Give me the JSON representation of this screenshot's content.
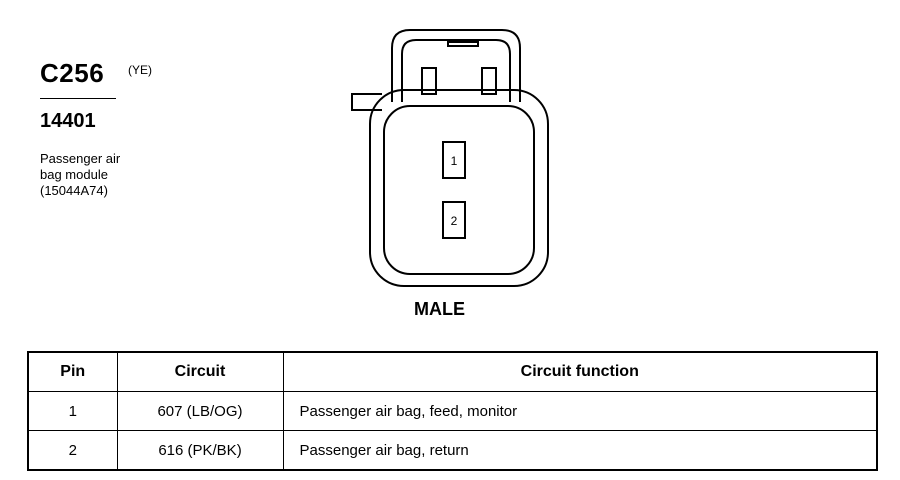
{
  "connector": {
    "id": "C256",
    "color_code": "(YE)",
    "part_number": "14401",
    "description_lines": [
      "Passenger air",
      "bag module",
      "(15044A74)"
    ]
  },
  "diagram": {
    "pin_labels": [
      "1",
      "2"
    ],
    "gender_label": "MALE"
  },
  "table": {
    "headers": [
      "Pin",
      "Circuit",
      "Circuit function"
    ],
    "rows": [
      {
        "pin": "1",
        "circuit": "607 (LB/OG)",
        "function": "Passenger air bag, feed, monitor"
      },
      {
        "pin": "2",
        "circuit": "616 (PK/BK)",
        "function": "Passenger air bag, return"
      }
    ]
  }
}
